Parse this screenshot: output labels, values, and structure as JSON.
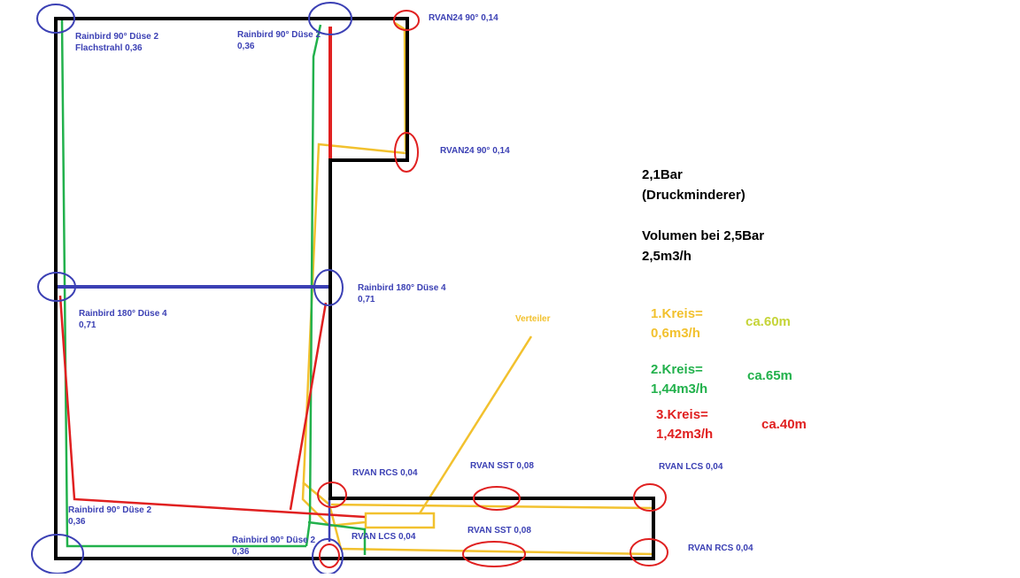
{
  "labels": {
    "sprinkler_top_left": [
      "Rainbird 90° Düse 2",
      "Flachstrahl 0,36"
    ],
    "sprinkler_top_mid": [
      "Rainbird 90° Düse 2",
      "0,36"
    ],
    "rvan24_top": "RVAN24 90° 0,14",
    "rvan24_mid": "RVAN24 90° 0,14",
    "sprinkler_mid_right": [
      "Rainbird 180° Düse 4",
      "0,71"
    ],
    "sprinkler_mid_left": [
      "Rainbird 180° Düse 4",
      "0,71"
    ],
    "verteiler": "Verteiler",
    "rvan_rcs_top": "RVAN RCS 0,04",
    "rvan_sst_top": "RVAN SST 0,08",
    "rvan_lcs_top": "RVAN LCS 0,04",
    "sprinkler_bottom_left": [
      "Rainbird 90° Düse 2",
      "0,36"
    ],
    "rvan_lcs_bottom": "RVAN LCS 0,04",
    "rvan_sst_bottom": "RVAN SST 0,08",
    "sprinkler_bottom_mid": [
      "Rainbird 90° Düse 2",
      "0,36"
    ],
    "rvan_rcs_bottom": "RVAN RCS 0,04"
  },
  "info": {
    "pressure": [
      "2,1Bar",
      "(Druckminderer)"
    ],
    "volume": [
      "Volumen bei 2,5Bar",
      "2,5m3/h"
    ]
  },
  "circuits": [
    {
      "name": "1.Kreis=",
      "flow": "0,6m3/h",
      "length": "ca.60m",
      "color": "#f2c12e",
      "length_color": "#c5d438"
    },
    {
      "name": "2.Kreis=",
      "flow": "1,44m3/h",
      "length": "ca.65m",
      "color": "#22b14c",
      "length_color": "#22b14c"
    },
    {
      "name": "3.Kreis=",
      "flow": "1,42m3/h",
      "length": "ca.40m",
      "color": "#e02020",
      "length_color": "#e02020"
    }
  ],
  "colors": {
    "outline": "#000000",
    "sprinkler_blue": "#3b40b4",
    "rvan_red": "#e02020",
    "circuit_yellow": "#f2c12e",
    "circuit_green": "#22b14c",
    "circuit_red": "#e02020"
  }
}
